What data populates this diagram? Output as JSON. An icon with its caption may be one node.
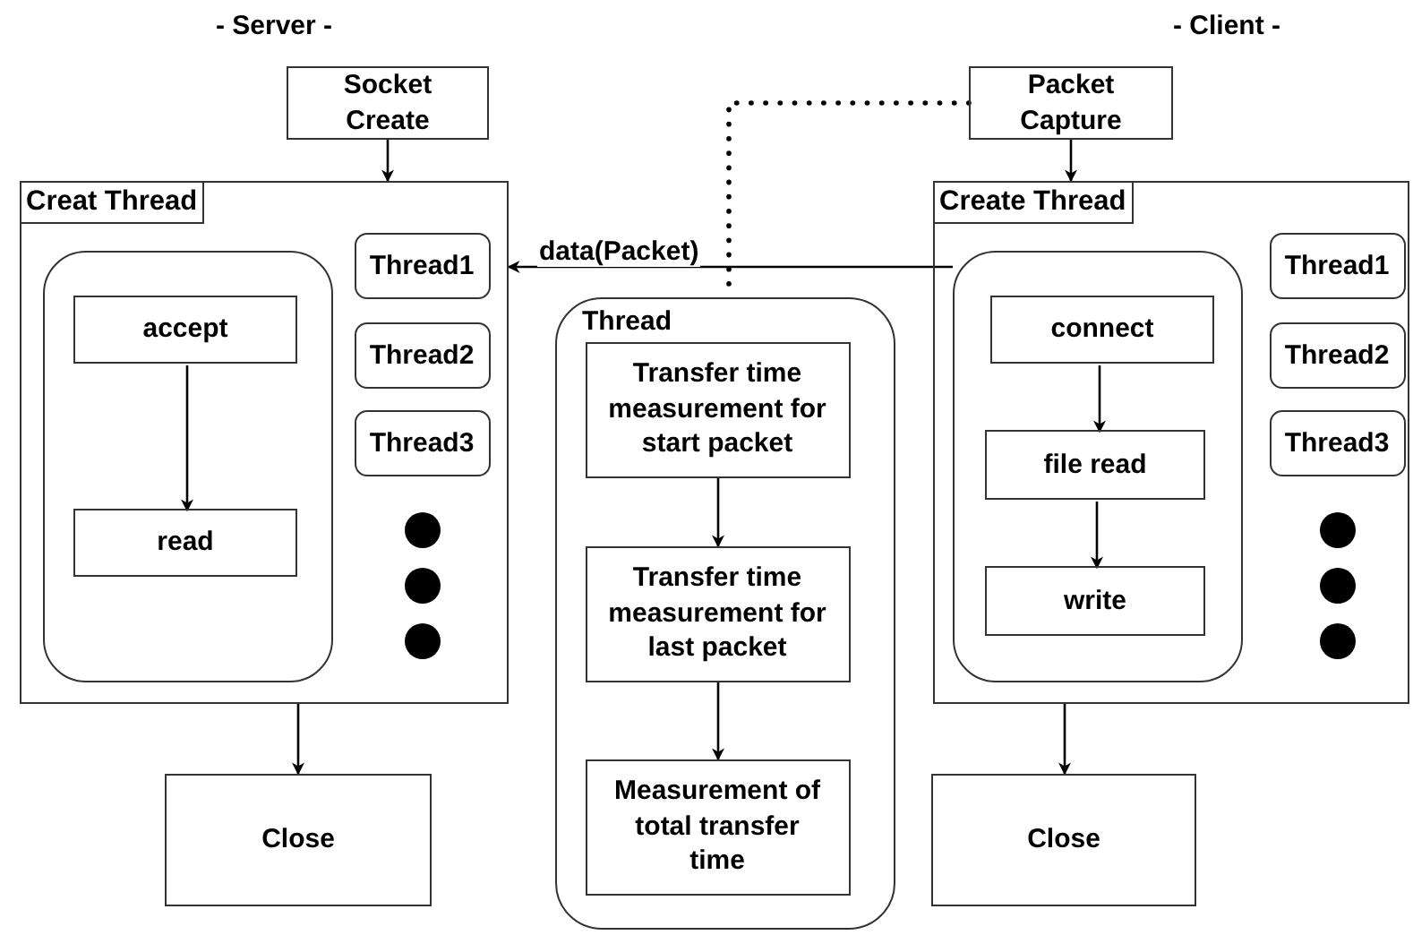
{
  "diagram": {
    "nodes": [
      {
        "text": [
          "Socket Create"
        ]
      },
      {
        "text": [
          "Creat Thread"
        ]
      },
      {
        "text": [],
        "shape": "box",
        "in": 1
      },
      {
        "text": [
          "accept"
        ],
        "in": 2
      },
      {
        "text": [
          "read"
        ],
        "in": 2
      },
      {
        "text": [
          "Thread1"
        ],
        "in": 1
      },
      {
        "text": [
          "Thread2"
        ],
        "in": 1
      },
      {
        "text": [
          "Thread3"
        ],
        "in": 1
      },
      {
        "text": [
          "Close"
        ]
      },
      {
        "text": [
          "Thread"
        ]
      },
      {
        "text": [
          "Transfer time measurement for start packet"
        ],
        "in": 9
      },
      {
        "text": [
          "Transfer time measurement for last packet"
        ],
        "in": 9
      },
      {
        "text": [
          "Measurement of total transfer time"
        ],
        "in": 9
      },
      {
        "text": [
          "Packet Capture"
        ]
      },
      {
        "text": [
          "Create Thread"
        ]
      },
      {
        "text": [],
        "shape": "box",
        "in": 14
      },
      {
        "text": [
          "connect"
        ],
        "in": 15
      },
      {
        "text": [
          "file read"
        ],
        "in": 15
      },
      {
        "text": [
          "write"
        ],
        "in": 15
      },
      {
        "text": [
          "Thread1"
        ],
        "in": 14
      },
      {
        "text": [
          "Thread2"
        ],
        "in": 14
      },
      {
        "text": [
          "Thread3"
        ],
        "in": 14
      },
      {
        "text": [
          "Close"
        ]
      }
    ],
    "edges": [
      {
        "from": 0,
        "to": 1,
        "arrow": "to"
      },
      {
        "from": 3,
        "to": 4,
        "arrow": "to"
      },
      {
        "from": 1,
        "to": 8,
        "arrow": "to"
      },
      {
        "from": 15,
        "to": 1,
        "arrow": "to",
        "label": "data(Packet)"
      },
      {
        "from": 13,
        "to": 9,
        "arrow": "none",
        "style": "dashed"
      },
      {
        "from": 10,
        "to": 11,
        "arrow": "to"
      },
      {
        "from": 11,
        "to": 12,
        "arrow": "to"
      },
      {
        "from": 13,
        "to": 14,
        "arrow": "to"
      },
      {
        "from": 16,
        "to": 17,
        "arrow": "to"
      },
      {
        "from": 17,
        "to": 18,
        "arrow": "to"
      },
      {
        "from": 14,
        "to": 22,
        "arrow": "to"
      }
    ],
    "labels": [
      "- Server -",
      "- Client -"
    ]
  }
}
